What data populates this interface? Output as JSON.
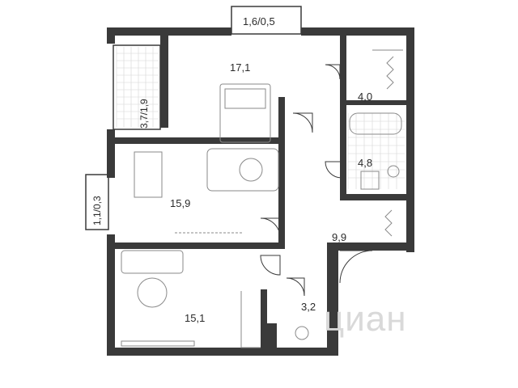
{
  "plan": {
    "rooms": [
      {
        "id": "bedroom",
        "area": "17,1"
      },
      {
        "id": "wardrobe",
        "area": "4,0"
      },
      {
        "id": "bathroom",
        "area": "4,8"
      },
      {
        "id": "living",
        "area": "15,9"
      },
      {
        "id": "hall",
        "area": "9,9"
      },
      {
        "id": "kitchen",
        "area": "15,1"
      },
      {
        "id": "wc",
        "area": "3,2"
      }
    ],
    "balconies": [
      {
        "id": "top",
        "label": "1,6/0,5"
      },
      {
        "id": "loggia-left",
        "label": "3,7/1,9"
      },
      {
        "id": "small-left",
        "label": "1,1/0,3"
      }
    ],
    "watermark": "циан"
  },
  "colors": {
    "wall": "#3a3a3a",
    "line": "#8a8a8a",
    "tile": "#d0d0d0"
  }
}
